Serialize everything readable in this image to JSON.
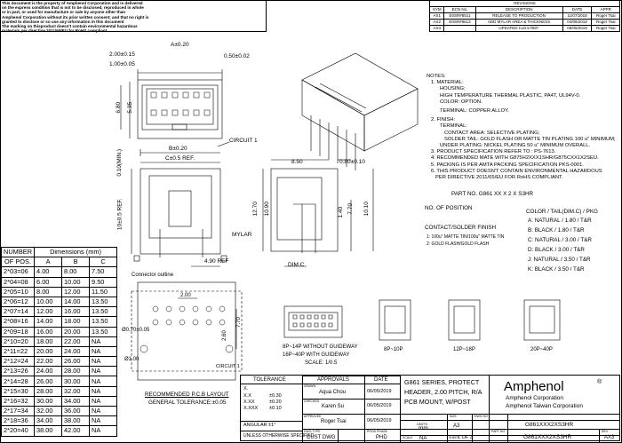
{
  "disclaimer": {
    "lines": [
      "This document is the property of Amphenol Corporation and is delivered",
      "on the express condition that is not to be disclosed, reproduced in whole",
      "or in part, or used for manufacture or sale by anyone other than",
      "Amphenol Corporation without its prior written consent; and that no right is",
      "granted to disclose or so use any information in this document",
      "The marking on thisproduct doesn't contain environmental hazardous",
      "materials per directive 2011/65/EU for RoHS compliant"
    ]
  },
  "revisions": {
    "title": "REVISIONS",
    "headers": [
      "SYM",
      "ECN No.",
      "DESCRIPTION",
      "DATE",
      "APPR"
    ],
    "rows": [
      [
        "AX1",
        "E0SR#8511",
        "RELEASE TO PRODUCTION",
        "11/07/2018",
        "Roger Tsai"
      ],
      [
        "AX2",
        "E0SR#8613",
        "ADD MYLAR AREA & THICKNESS",
        "04/08/2019",
        "Roger Tsai"
      ],
      [
        "AX3",
        "",
        "UPDATED C±0.5 REF.",
        "06/05/2019",
        "Roger Tsai"
      ]
    ]
  },
  "dims_top": {
    "a": "A±0.20",
    "p1": "2.00±0.15",
    "p2": "1.00±0.05",
    "p3": "0.50±0.02",
    "h1": "5.35",
    "h2": "6.80",
    "circuit": "CIRCUIT 1",
    "ref": "0.10(MIN.)",
    "b": "B±0.20",
    "c": "C±0.5 REF.",
    "mylar": "MYLAR",
    "d490": "4.90 REF",
    "d10": "10±0.5 REF.",
    "d850": "8.50",
    "d080": "0.80±0.10",
    "d1270": "12.70",
    "d1090": "10.90",
    "d140": "1.40",
    "d770": "7.70",
    "d1010": "10.10",
    "dimc": "DIM.C"
  },
  "pcb": {
    "outline": "Connector outline",
    "d200": "2.00",
    "d770": "7.70",
    "d260": "2.60",
    "d070": "Ø0.70±0.05",
    "d100": "Ø1.00",
    "title": "RECOMMENDED P.C.B LAYOUT",
    "tol": "GENERAL TOLERANCE:±0.05",
    "circuit": "CIRCUIT 1"
  },
  "views": {
    "guide": "8P~14P WITHOUT GUIDEWAY",
    "guide2": "16P~40P WITH GUIDEWAY",
    "scale": "SCALE: 1/0.5",
    "v1": "8P~10P",
    "v2": "12P~18P",
    "v3": "20P~40P"
  },
  "notes": [
    "NOTES:",
    "1. MATERIAL:",
    "HOUSING:",
    "HIGH TEMPERATURE THERMAL PLASTIC, PA4T, UL94V-0.",
    "COLOR: OPTION.",
    "TERMINAL: COPPER ALLOY.",
    "2. FINISH:",
    "TERMINAL:",
    "CONTACT AREA: SELECTIVE PLATING;",
    "SOLDER TAIL: GOLD FLASH OR MATTE TIN PLATING 100 u\" MINIMUM;",
    "UNDER PLATING: NICKEL PLATING 50 u\" MINIMUM OVERALL.",
    "3. PRODUCT SPECIFICATION REFER TO : PS-7613.",
    "4. RECOMMENDED MATE WITH G875H2XXX1SHR/G875CXX1X2SEU.",
    "5. PACKING IS PER AMTA PACKING SPECIFICATION PKS-0001.",
    "6. THIS PRODUCT DOESN'T CONTAIN ENVIRONMENTAL HAZARDOUS",
    "PER DIRECTIVE 2011/65/EU FOR RoHS COMPLIANT."
  ],
  "partno": {
    "label": "PART NO. G861 XX X 2 X S3HR",
    "pos": "NO. OF POSITION",
    "finish_title": "CONTACT/SOLDER FINISH",
    "finish1": "1: 100u\" MATTE TIN/100u\" MATTE TIN",
    "finish2": "2: GOLD FLASH/GOLD FLASH",
    "color_title": "COLOR / TAIL(DIM.C) / PKG",
    "colors": [
      "A: NATURAL  /  1.80  /  T&R",
      "B: BLACK  /  1.80  /  T&R",
      "C: NATURAL  /  3.00  /  T&R",
      "D: BLACK  /  3.00  /  T&R",
      "J: NATURAL  /  3.50  /  T&R",
      "K: BLACK  /  3.50  /  T&R"
    ]
  },
  "numtable": {
    "h1": "NUMBER",
    "h2": "OF POS.",
    "dims": "Dimensions (mm)",
    "cols": [
      "A",
      "B",
      "C"
    ],
    "rows": [
      [
        "2*03=06",
        "4.00",
        "8.00",
        "7.50"
      ],
      [
        "2*04=08",
        "6.00",
        "10.00",
        "9.50"
      ],
      [
        "2*05=10",
        "8.00",
        "12.00",
        "11.50"
      ],
      [
        "2*06=12",
        "10.00",
        "14.00",
        "13.50"
      ],
      [
        "2*07=14",
        "12.00",
        "16.00",
        "13.50"
      ],
      [
        "2*08=16",
        "14.00",
        "18.00",
        "13.50"
      ],
      [
        "2*09=18",
        "16.00",
        "20.00",
        "13.50"
      ],
      [
        "2*10=20",
        "18.00",
        "22.00",
        "NA"
      ],
      [
        "2*11=22",
        "20.00",
        "24.00",
        "NA"
      ],
      [
        "2*12=24",
        "22.00",
        "26.00",
        "NA"
      ],
      [
        "2*13=26",
        "24.00",
        "28.00",
        "NA"
      ],
      [
        "2*14=28",
        "26.00",
        "30.00",
        "NA"
      ],
      [
        "2*15=30",
        "28.00",
        "32.00",
        "NA"
      ],
      [
        "2*16=32",
        "30.00",
        "34.00",
        "NA"
      ],
      [
        "2*17=34",
        "32.00",
        "36.00",
        "NA"
      ],
      [
        "2*18=36",
        "34.00",
        "38.00",
        "NA"
      ],
      [
        "2*20=40",
        "38.00",
        "42.00",
        "NA"
      ]
    ]
  },
  "titleblock": {
    "tolerance": "TOLERANCE",
    "tol_x": "X.",
    "tol_xx": "X.X",
    "tol_xxx": "X.XX",
    "tol_xxxx": "X.XXX",
    "tv_xx": "±0.30",
    "tv_xxx": "±0.20",
    "tv_xxxx": "±0.10",
    "angular": "ANGULAR  ±1°",
    "unless": "UNLESS OTHERWISE SPECIFIED",
    "approvals": "APPROVALS",
    "date": "DATE",
    "drawn_lbl": "DRAWN",
    "drawn": "Aqua Chou",
    "drawn_date": "06/05/2019",
    "checked_lbl": "CHECKED",
    "checked": "Karen Su",
    "checked_date": "06/05/2019",
    "approved_lbl": "APPROVED",
    "approved": "Roger Tsai",
    "approved_date": "06/05/2019",
    "dwgtype_lbl": "DWG TYPE",
    "dwgtype": "CUST DWG",
    "phase_lbl": "PROD PHASE",
    "phase": "PHD",
    "title1": "G861 SERIES, PROTECT",
    "title2": "HEADER, 2.00 PITCH, R/A",
    "title3": "PCB MOUNT, W/POST",
    "brand": "Amphenol",
    "corp1": "Amphenol Corporation",
    "corp2": "Amphenol Taiwan Corporation",
    "units": "mm",
    "size_lbl": "SIZE",
    "size": "A3",
    "dwgno_lbl": "DWG NO",
    "dwgno": "G861XXX2XS3HR",
    "scale_lbl": "SCALE",
    "scale": "NA",
    "sheet_lbl": "SHEET",
    "sheet": "1  OF  3",
    "partno_lbl": "PART NO",
    "partno": "G861XXX2XS3HR",
    "rev_lbl": "REV",
    "rev": "AX3"
  }
}
